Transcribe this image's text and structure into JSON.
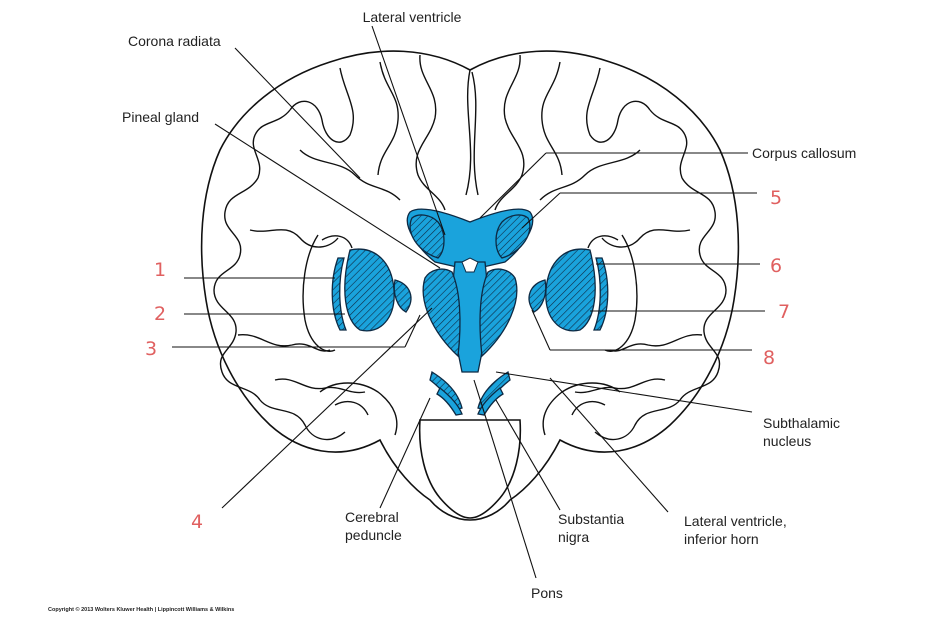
{
  "labels": {
    "lateral_ventricle": "Lateral ventricle",
    "corona_radiata": "Corona radiata",
    "pineal_gland": "Pineal gland",
    "corpus_callosum": "Corpus callosum",
    "subthalamic_nucleus_line1": "Subthalamic",
    "subthalamic_nucleus_line2": "nucleus",
    "lateral_ventricle_inferior_horn_line1": "Lateral ventricle,",
    "lateral_ventricle_inferior_horn_line2": "inferior horn",
    "substantia_nigra_line1": "Substantia",
    "substantia_nigra_line2": "nigra",
    "cerebral_peduncle_line1": "Cerebral",
    "cerebral_peduncle_line2": "peduncle",
    "pons": "Pons"
  },
  "numbers": {
    "n1": "1",
    "n2": "2",
    "n3": "3",
    "n4": "4",
    "n5": "5",
    "n6": "6",
    "n7": "7",
    "n8": "8"
  },
  "copyright": "Copyright © 2013 Wolters Kluwer Health | Lippincott Williams & Wilkins",
  "colors": {
    "highlight_blue": "#1aa3dc",
    "handwritten_red": "#e06060"
  }
}
